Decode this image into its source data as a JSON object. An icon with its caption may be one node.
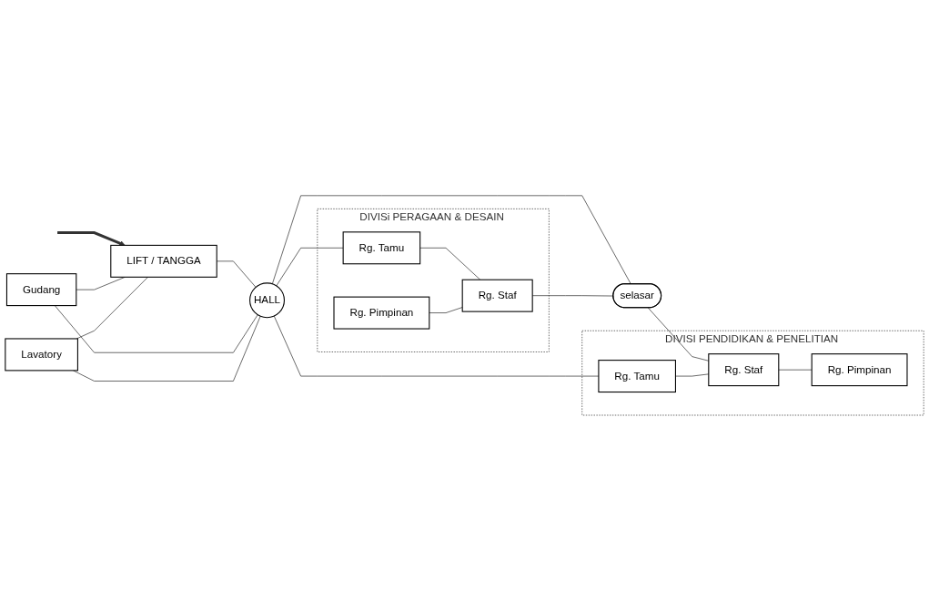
{
  "diagram": {
    "nodes": [
      {
        "text": [
          "DIVISi PERAGAAN & DESAIN"
        ]
      },
      {
        "text": [
          "Rg. Pimpinan"
        ],
        "in": 0
      },
      {
        "text": [
          "Gudang"
        ]
      },
      {
        "text": [
          "Lavatory"
        ]
      },
      {
        "text": [
          "Rg. Tamu"
        ],
        "in": 0
      },
      {
        "text": [
          "Rg. Staf"
        ],
        "in": 0
      },
      {
        "text": [
          "LIFT / TANGGA"
        ]
      },
      {
        "text": [
          "HALL"
        ]
      },
      {
        "text": [
          "selasar"
        ]
      },
      {
        "text": [
          "DIVISI PENDIDIKAN & PENELITIAN"
        ]
      },
      {
        "text": [
          "Rg. Tamu"
        ],
        "in": 9
      },
      {
        "text": [
          "Rg. Staf"
        ],
        "in": 9
      },
      {
        "text": [
          "Rg. Pimpinan"
        ],
        "in": 9
      }
    ],
    "edges": [
      {
        "from": null,
        "to": 6,
        "arrow": "to",
        "style": "thick"
      },
      {
        "from": 6,
        "to": 7,
        "arrow": "none"
      },
      {
        "from": 2,
        "to": 6,
        "arrow": "none"
      },
      {
        "from": 3,
        "to": 6,
        "arrow": "none"
      },
      {
        "from": 2,
        "to": 7,
        "arrow": "none"
      },
      {
        "from": 3,
        "to": 7,
        "arrow": "none"
      },
      {
        "from": 7,
        "to": 4,
        "arrow": "none"
      },
      {
        "from": 7,
        "to": 8,
        "arrow": "none"
      },
      {
        "from": 7,
        "to": 10,
        "arrow": "none"
      },
      {
        "from": 4,
        "to": 5,
        "arrow": "none"
      },
      {
        "from": 1,
        "to": 5,
        "arrow": "none"
      },
      {
        "from": 5,
        "to": 8,
        "arrow": "none"
      },
      {
        "from": 8,
        "to": 11,
        "arrow": "none"
      },
      {
        "from": 10,
        "to": 11,
        "arrow": "none"
      },
      {
        "from": 11,
        "to": 12,
        "arrow": "none"
      }
    ]
  }
}
